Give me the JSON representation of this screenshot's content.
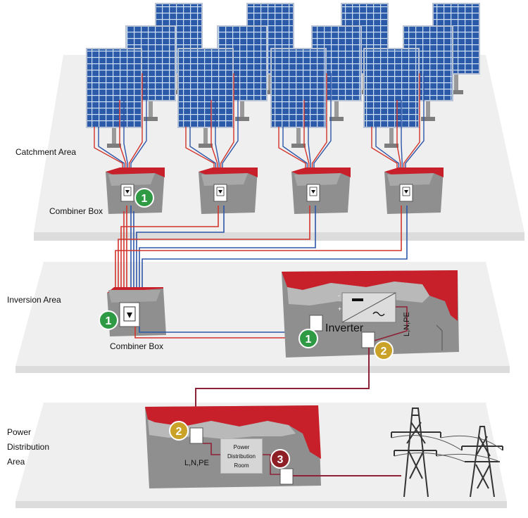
{
  "areas": {
    "catchment": "Catchment Area",
    "inversion": "Inversion Area",
    "power": "Power Distribution Area"
  },
  "labels": {
    "combiner_box_top": "Combiner Box",
    "combiner_box_mid": "Combiner Box",
    "inverter": "Inverter",
    "power_room": "Power Distribution Room",
    "lnpe_inverter": "L,N,PE",
    "lnpe_power": "L,N,PE"
  },
  "badges": {
    "one": "1",
    "two": "2",
    "three": "3"
  },
  "colors": {
    "red_wire": "#d2342b",
    "blue_wire": "#2d56a8",
    "ac_wire": "#8e2236",
    "badge_green": "#2e9a44",
    "badge_gold": "#c9a227",
    "badge_maroon": "#8e1f27",
    "enclosure_red": "#c8202a",
    "enclosure_gray": "#8f8f8f",
    "platform": "#efefef",
    "panel_blue": "#2b5aa8"
  }
}
